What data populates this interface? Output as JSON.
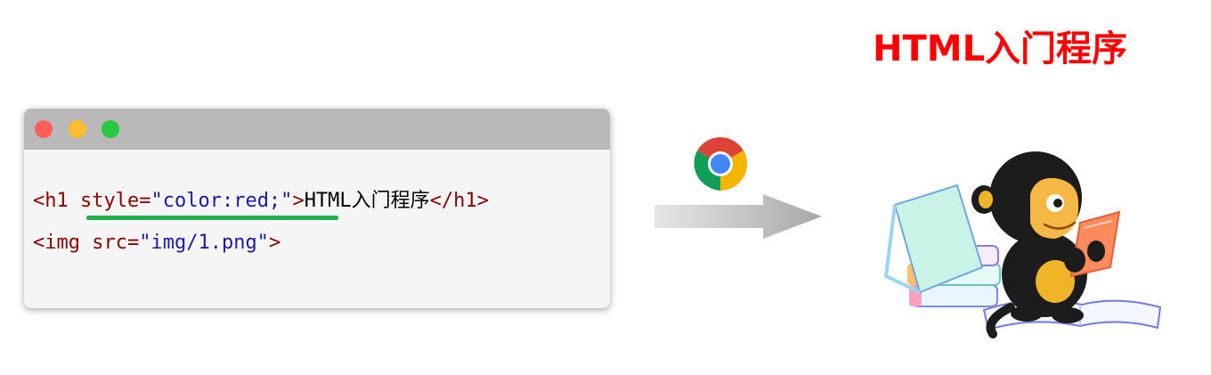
{
  "code": {
    "line1": {
      "open_tag_start": "<h1",
      "space": " ",
      "attr_name": "style",
      "equals": "=",
      "attr_value": "\"color:red;\"",
      "open_tag_end": ">",
      "content": "HTML入门程序",
      "close_tag": "</h1>"
    },
    "line2": {
      "open_tag_start": "<img",
      "space": " ",
      "attr_name": "src",
      "equals": "=",
      "attr_value": "\"img/1.png\"",
      "open_tag_end": ">"
    }
  },
  "output": {
    "heading": "HTML入门程序",
    "heading_color": "#ff0000"
  },
  "browser_icon": "chrome-icon",
  "colors": {
    "titlebar": "#b9b9b9",
    "code_bg": "#f5f5f5",
    "tag": "#8b0000",
    "string": "#1a1aa6",
    "highlight_underline": "#22b14c"
  }
}
